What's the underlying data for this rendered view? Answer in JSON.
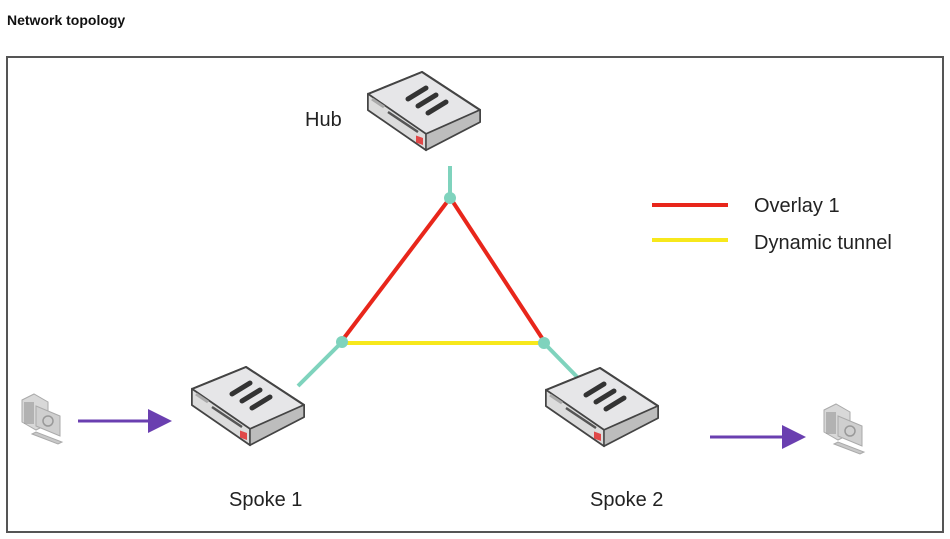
{
  "title": "Network topology",
  "nodes": {
    "hub": {
      "label": "Hub",
      "icon": "firewall-device-icon"
    },
    "spoke1": {
      "label": "Spoke 1",
      "icon": "firewall-device-icon"
    },
    "spoke2": {
      "label": "Spoke 2",
      "icon": "firewall-device-icon"
    },
    "client_left": {
      "icon": "server-pc-icon"
    },
    "client_right": {
      "icon": "server-pc-icon"
    }
  },
  "links": [
    {
      "from": "hub",
      "to": "spoke1",
      "type": "Overlay 1"
    },
    {
      "from": "hub",
      "to": "spoke2",
      "type": "Overlay 1"
    },
    {
      "from": "spoke1",
      "to": "spoke2",
      "type": "Dynamic tunnel"
    }
  ],
  "legend": [
    {
      "label": "Overlay 1",
      "color": "#e8261b"
    },
    {
      "label": "Dynamic tunnel",
      "color": "#f7e81c"
    }
  ],
  "colors": {
    "overlay": "#e8261b",
    "dynamic_tunnel": "#f7e81c",
    "access_link": "#7fd3bd",
    "traffic_arrow": "#6a3fb0"
  }
}
